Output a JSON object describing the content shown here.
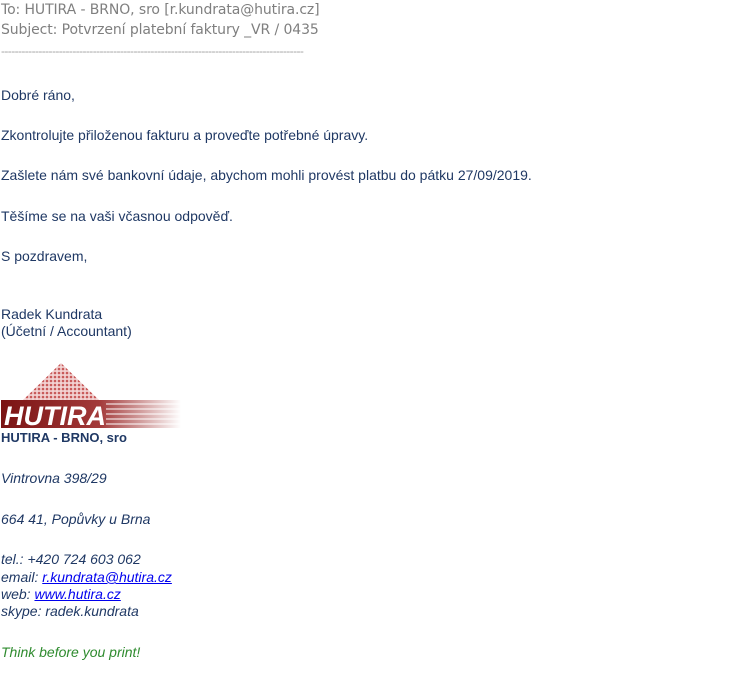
{
  "header": {
    "to": "To: HUTIRA - BRNO, sro [r.kundrata@hutira.cz]",
    "subject": "Subject: Potvrzení platební faktury _VR / 0435",
    "divider": "-----------------------------------------------------------------------------------------"
  },
  "body": {
    "greeting": "Dobré ráno,",
    "line1": "Zkontrolujte přiloženou fakturu a proveďte potřebné úpravy.",
    "line2": "Zašlete nám své bankovní údaje, abychom mohli provést platbu do pátku 27/09/2019.",
    "line3": "Těšíme se na vaši včasnou odpověď.",
    "closing": "S pozdravem,"
  },
  "signature": {
    "name": "Radek Kundrata",
    "role": "(Účetní / Accountant)",
    "logo_text": "HUTIRA",
    "company": "HUTIRA - BRNO, sro",
    "street": "Vintrovna 398/29",
    "city": "664 41, Popůvky u Brna",
    "tel": "tel.: +420 724 603 062",
    "email_label": "email: ",
    "email": "r.kundrata@hutira.cz",
    "web_label": "web: ",
    "web": "www.hutira.cz",
    "skype": "skype: radek.kundrata",
    "footer_note": "Think before you print!"
  },
  "colors": {
    "logo_red": "#8b1a1a",
    "logo_pink": "#d98c8c",
    "text_navy": "#1f3864",
    "link_blue": "#0000ee",
    "note_green": "#2e8b2e"
  }
}
